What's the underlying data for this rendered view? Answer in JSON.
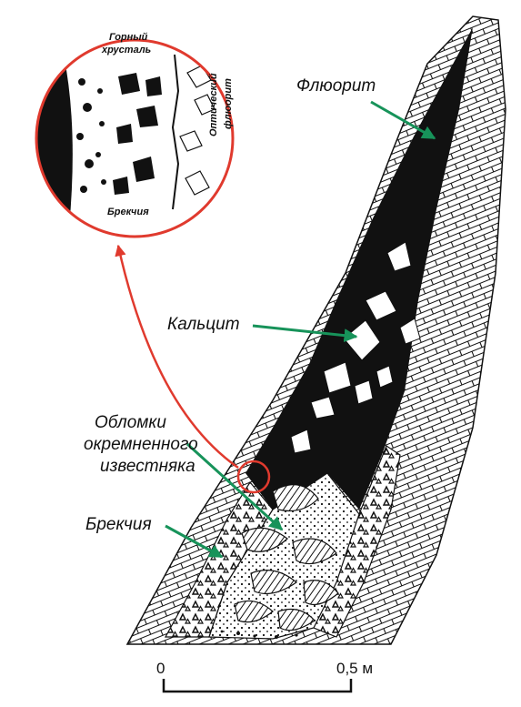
{
  "labels": {
    "fluorite": "Флюорит",
    "calcite": "Кальцит",
    "fragments_l1": "Обломки",
    "fragments_l2": "окремненного",
    "fragments_l3": "известняка",
    "breccia": "Брекчия",
    "inset_crystal_l1": "Горный",
    "inset_crystal_l2": "хрусталь",
    "inset_optical_l1": "Оптический",
    "inset_optical_l2": "флюорит",
    "inset_breccia": "Брекчия"
  },
  "scale": {
    "start": "0",
    "end": "0,5 м"
  },
  "colors": {
    "ink": "#111111",
    "callout_arrow": "#17935a",
    "inset_circle": "#e03a2e"
  }
}
